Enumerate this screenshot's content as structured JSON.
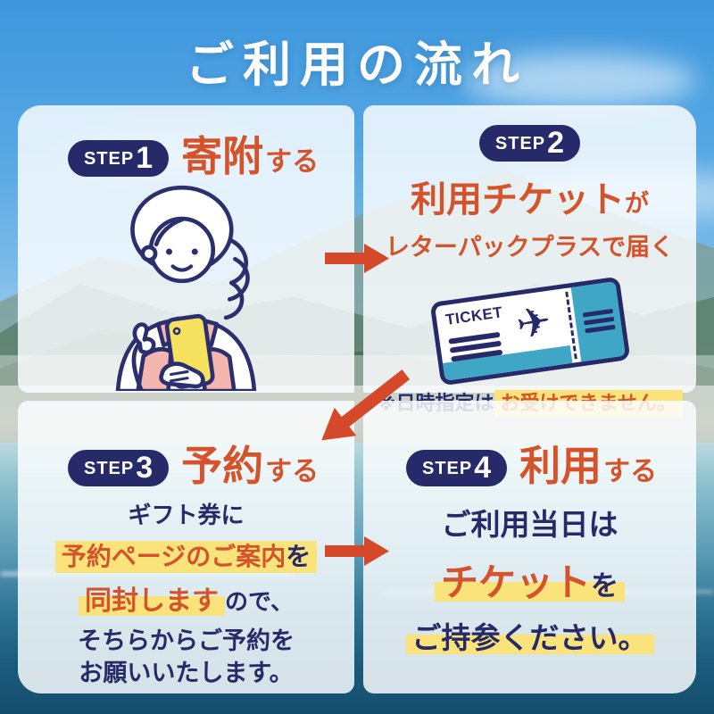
{
  "title": "ご利用の流れ",
  "colors": {
    "navy": "#272a68",
    "orange": "#d5532b",
    "arrow_red": "#d5482a",
    "highlight_yellow": "#fbe37c",
    "ticket_teal": "#3fa6c6",
    "phone_yellow": "#f5e25f",
    "clothes_pink": "#f3b7b0"
  },
  "icons": {
    "airplane": "✈"
  },
  "steps": [
    {
      "badge": "STEP",
      "number": "1",
      "title_main": "寄附",
      "title_suffix": "する"
    },
    {
      "badge": "STEP",
      "number": "2",
      "headline_main": "利用チケット",
      "headline_suffix": "が",
      "headline_line2": "レターパックプラスで届く",
      "ticket_label": "TICKET",
      "note_prefix": "※日時指定は",
      "note_highlight": "お受けできません。"
    },
    {
      "badge": "STEP",
      "number": "3",
      "title_main": "予約",
      "title_suffix": "する",
      "line1": "ギフト券に",
      "line2_highlight": "予約ページのご案内",
      "line2_suffix": "を",
      "line3_highlight": "同封します",
      "line3_suffix": "ので、",
      "line4": "そちらからご予約を",
      "line5": "お願いいたします。"
    },
    {
      "badge": "STEP",
      "number": "4",
      "title_main": "利用",
      "title_suffix": "する",
      "line1": "ご利用当日は",
      "line2_highlight": "チケット",
      "line2_suffix": "を",
      "line3": "ご持参ください。"
    }
  ]
}
